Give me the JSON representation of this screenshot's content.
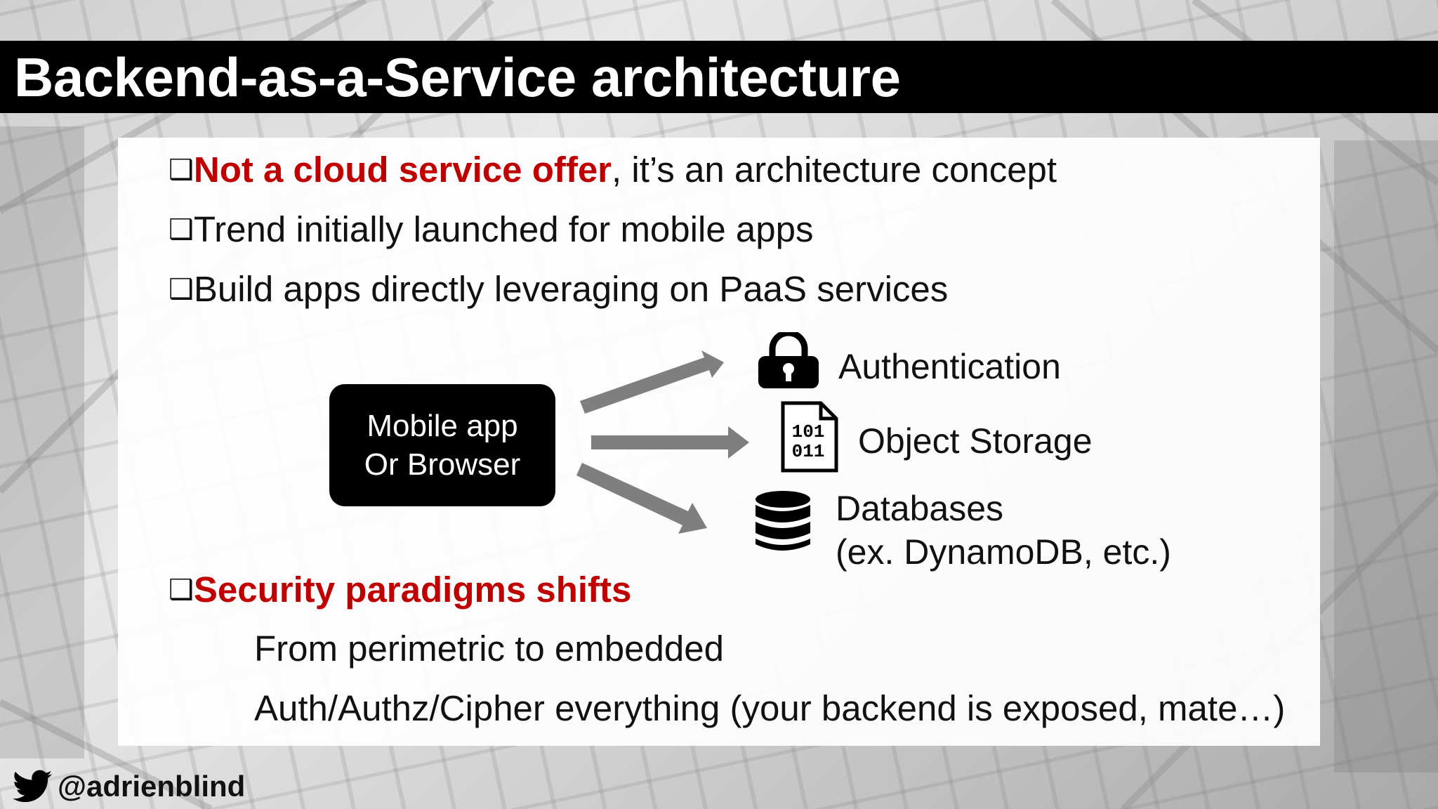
{
  "title": "Backend-as-a-Service architecture",
  "bullets": [
    {
      "marker": "❑",
      "emphasis": "Not a cloud service offer",
      "rest": ", it’s an architecture concept"
    },
    {
      "marker": "❑",
      "emphasis": "",
      "rest": "Trend initially launched for mobile apps"
    },
    {
      "marker": "❑",
      "emphasis": "",
      "rest": "Build apps directly leveraging on PaaS services"
    },
    {
      "marker": "❑",
      "emphasis": "Security paradigms shifts",
      "rest": ""
    }
  ],
  "sub_points": [
    "From perimetric to embedded",
    "Auth/Authz/Cipher everything (your backend is exposed, mate…)"
  ],
  "diagram": {
    "client": {
      "line1": "Mobile app",
      "line2": "Or Browser"
    },
    "services": [
      {
        "label": "Authentication",
        "icon": "lock-icon"
      },
      {
        "label": "Object Storage",
        "icon": "binary-file-icon",
        "icon_text_1": "101",
        "icon_text_2": "011"
      },
      {
        "label": "Databases",
        "label2": "(ex. DynamoDB, etc.)",
        "icon": "database-icon"
      }
    ]
  },
  "footer": {
    "handle": "@adrienblind",
    "icon": "twitter-bird-icon"
  },
  "colors": {
    "accent": "#c00000",
    "title_bar": "#000000",
    "arrow": "#7f7f7f"
  }
}
